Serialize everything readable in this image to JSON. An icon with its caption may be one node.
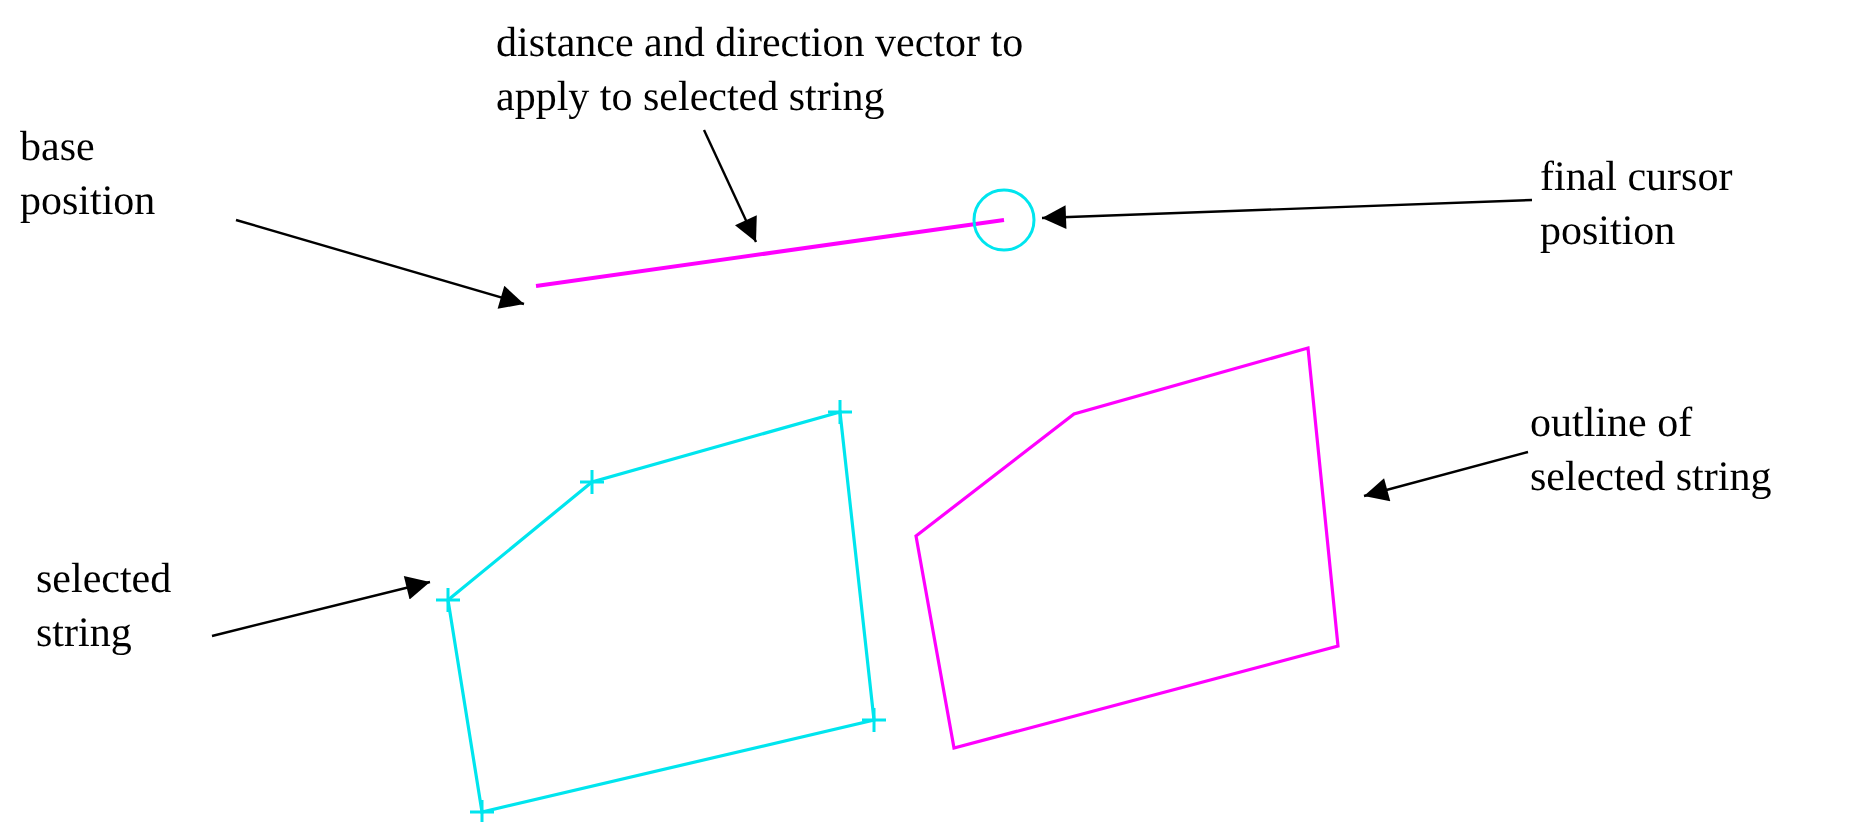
{
  "diagram": {
    "nodes": [
      {
        "text": [
          "distance and direction vector to apply to selected string"
        ]
      },
      {
        "text": [
          "base position"
        ]
      },
      {
        "text": [
          "final cursor position"
        ]
      },
      {
        "text": [
          "outline of selected string"
        ]
      },
      {
        "text": [
          "selected string"
        ]
      },
      {
        "text": [],
        "shape": "line"
      },
      {
        "text": [],
        "shape": "circle"
      },
      {
        "text": [],
        "shape": "polygon"
      },
      {
        "text": [],
        "shape": "polygon"
      }
    ],
    "edges": [
      {
        "from": 0,
        "to": 5,
        "arrow": "to"
      },
      {
        "from": 1,
        "to": 5,
        "arrow": "to"
      },
      {
        "from": 2,
        "to": 6,
        "arrow": "to"
      },
      {
        "from": 3,
        "to": 8,
        "arrow": "to"
      },
      {
        "from": 4,
        "to": 7,
        "arrow": "to"
      }
    ]
  }
}
